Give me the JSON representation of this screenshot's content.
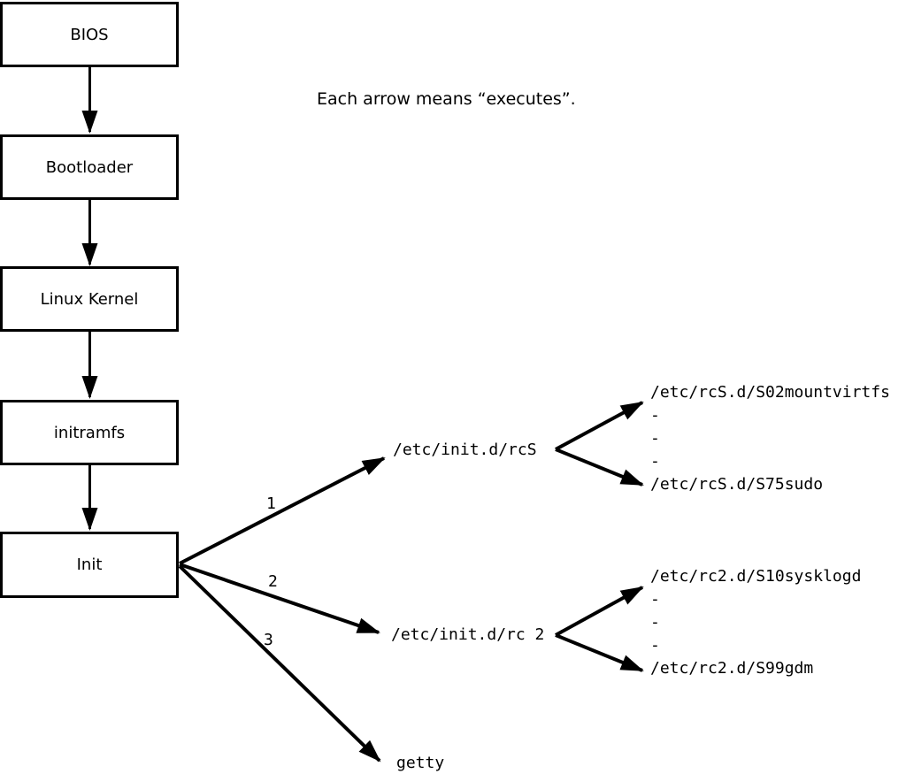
{
  "note": "Each arrow means “executes”.",
  "flow_boxes": [
    {
      "label": "BIOS"
    },
    {
      "label": "Bootloader"
    },
    {
      "label": "Linux Kernel"
    },
    {
      "label": "initramfs"
    },
    {
      "label": "Init"
    }
  ],
  "branches": [
    {
      "order": "1",
      "target": "/etc/init.d/rcS"
    },
    {
      "order": "2",
      "target": "/etc/init.d/rc 2"
    },
    {
      "order": "3",
      "target": "getty"
    }
  ],
  "script_lists": {
    "rcS": [
      "/etc/rcS.d/S02mountvirtfs",
      "-",
      "-",
      "-",
      "/etc/rcS.d/S75sudo"
    ],
    "rc2": [
      "/etc/rc2.d/S10sysklogd",
      "-",
      "-",
      "-",
      "/etc/rc2.d/S99gdm"
    ]
  },
  "colors": {
    "ink": "#000000",
    "background": "#ffffff"
  }
}
